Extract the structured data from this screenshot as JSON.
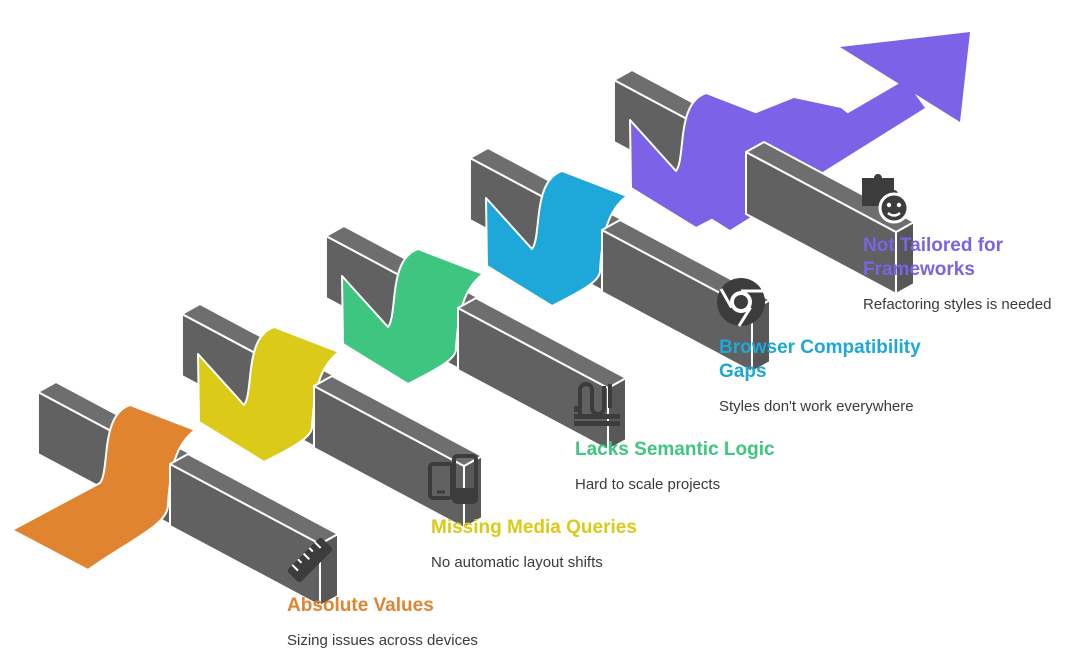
{
  "colors": {
    "bar_dark": "#616161",
    "bar_top": "#6e6e6e",
    "bar_side": "#575757",
    "icon": "#3c3c3c",
    "text": "#3a3a3a"
  },
  "stages": [
    {
      "title": "Absolute Values",
      "description": "Sizing issues across devices",
      "color": "#e08430",
      "icon": "ruler-icon"
    },
    {
      "title": "Missing Media Queries",
      "description": "No automatic layout shifts",
      "color": "#dcca18",
      "icon": "devices-icon"
    },
    {
      "title": "Lacks Semantic Logic",
      "description": "Hard to scale projects",
      "color": "#3ec681",
      "icon": "logic-icon"
    },
    {
      "title": "Browser Compatibility Gaps",
      "description": "Styles don't work everywhere",
      "color": "#1ea8d9",
      "icon": "chrome-icon"
    },
    {
      "title": "Not Tailored for Frameworks",
      "description": "Refactoring styles is needed",
      "color": "#7b62e6",
      "icon": "puzzle-icon"
    }
  ]
}
